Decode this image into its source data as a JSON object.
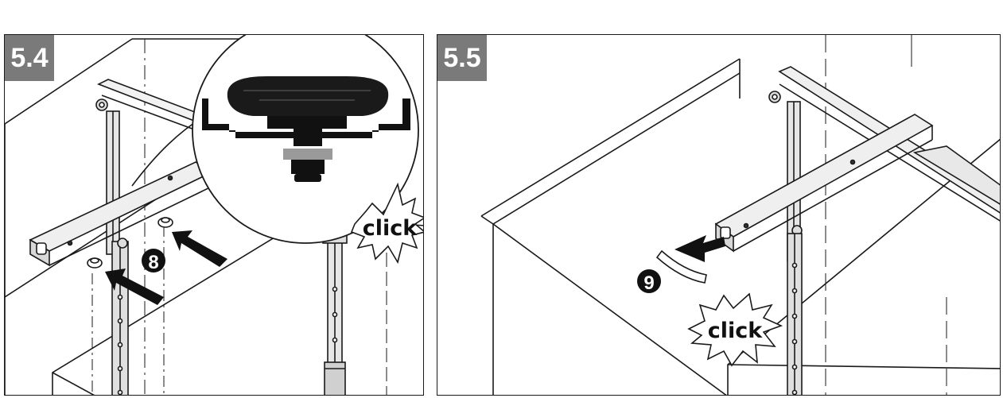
{
  "panels": [
    {
      "step": "5.4",
      "callout_number": "8",
      "sound_label": "click"
    },
    {
      "step": "5.5",
      "callout_number": "9",
      "sound_label": "click"
    }
  ]
}
